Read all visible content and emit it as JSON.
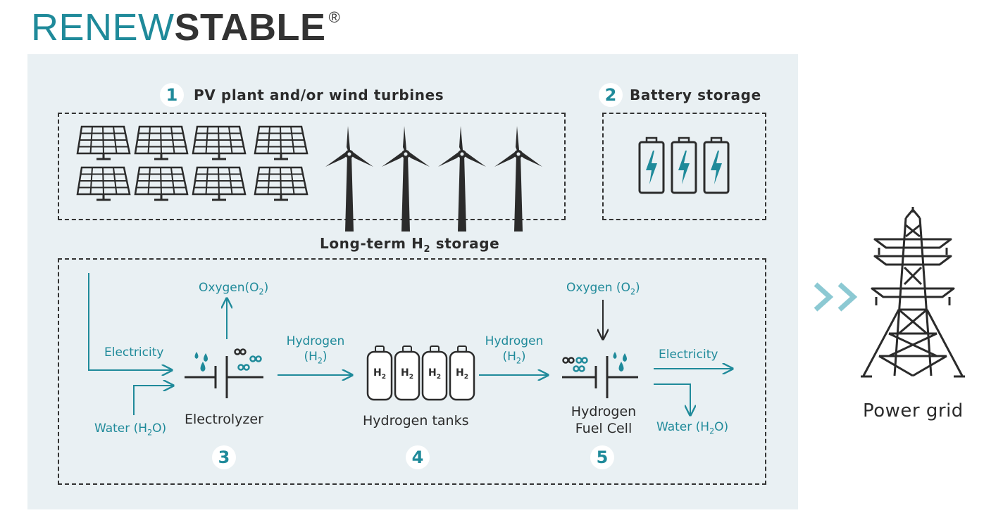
{
  "logo": {
    "part1": "RENEW",
    "part2": "STABLE",
    "mark": "®"
  },
  "sections": {
    "pv": {
      "num": "1",
      "title": "PV plant and/or wind turbines"
    },
    "battery": {
      "num": "2",
      "title": "Battery storage"
    },
    "h2": {
      "title_prefix": "Long-term H",
      "title_sub": "2",
      "title_suffix": " storage"
    }
  },
  "flow": {
    "electricity_in": "Electricity",
    "water_in_prefix": "Water (H",
    "water_in_sub": "2",
    "water_in_suffix": "O)",
    "oxygen_out_prefix": "Oxygen(O",
    "oxygen_out_sub": "2",
    "oxygen_out_suffix": ")",
    "hydrogen1_line1": "Hydrogen",
    "hydrogen1_prefix": "(H",
    "hydrogen1_sub": "2",
    "hydrogen1_suffix": ")",
    "hydrogen2_line1": "Hydrogen",
    "hydrogen2_prefix": "(H",
    "hydrogen2_sub": "2",
    "hydrogen2_suffix": ")",
    "oxygen_in_prefix": "Oxygen (O",
    "oxygen_in_sub": "2",
    "oxygen_in_suffix": ")",
    "electricity_out": "Electricity",
    "water_out_prefix": "Water (H",
    "water_out_sub": "2",
    "water_out_suffix": "O)"
  },
  "components": {
    "electrolyzer": {
      "label": "Electrolyzer",
      "num": "3"
    },
    "tanks": {
      "label": "Hydrogen tanks",
      "num": "4",
      "tank_label": "H",
      "tank_sub": "2"
    },
    "fuel_cell": {
      "label_line1": "Hydrogen",
      "label_line2": "Fuel Cell",
      "num": "5"
    }
  },
  "grid": {
    "label": "Power grid"
  },
  "colors": {
    "accent": "#1f8a9a",
    "dark": "#2b2b2b",
    "panel": "#e9f0f3",
    "chevron": "#8cc9d3"
  }
}
